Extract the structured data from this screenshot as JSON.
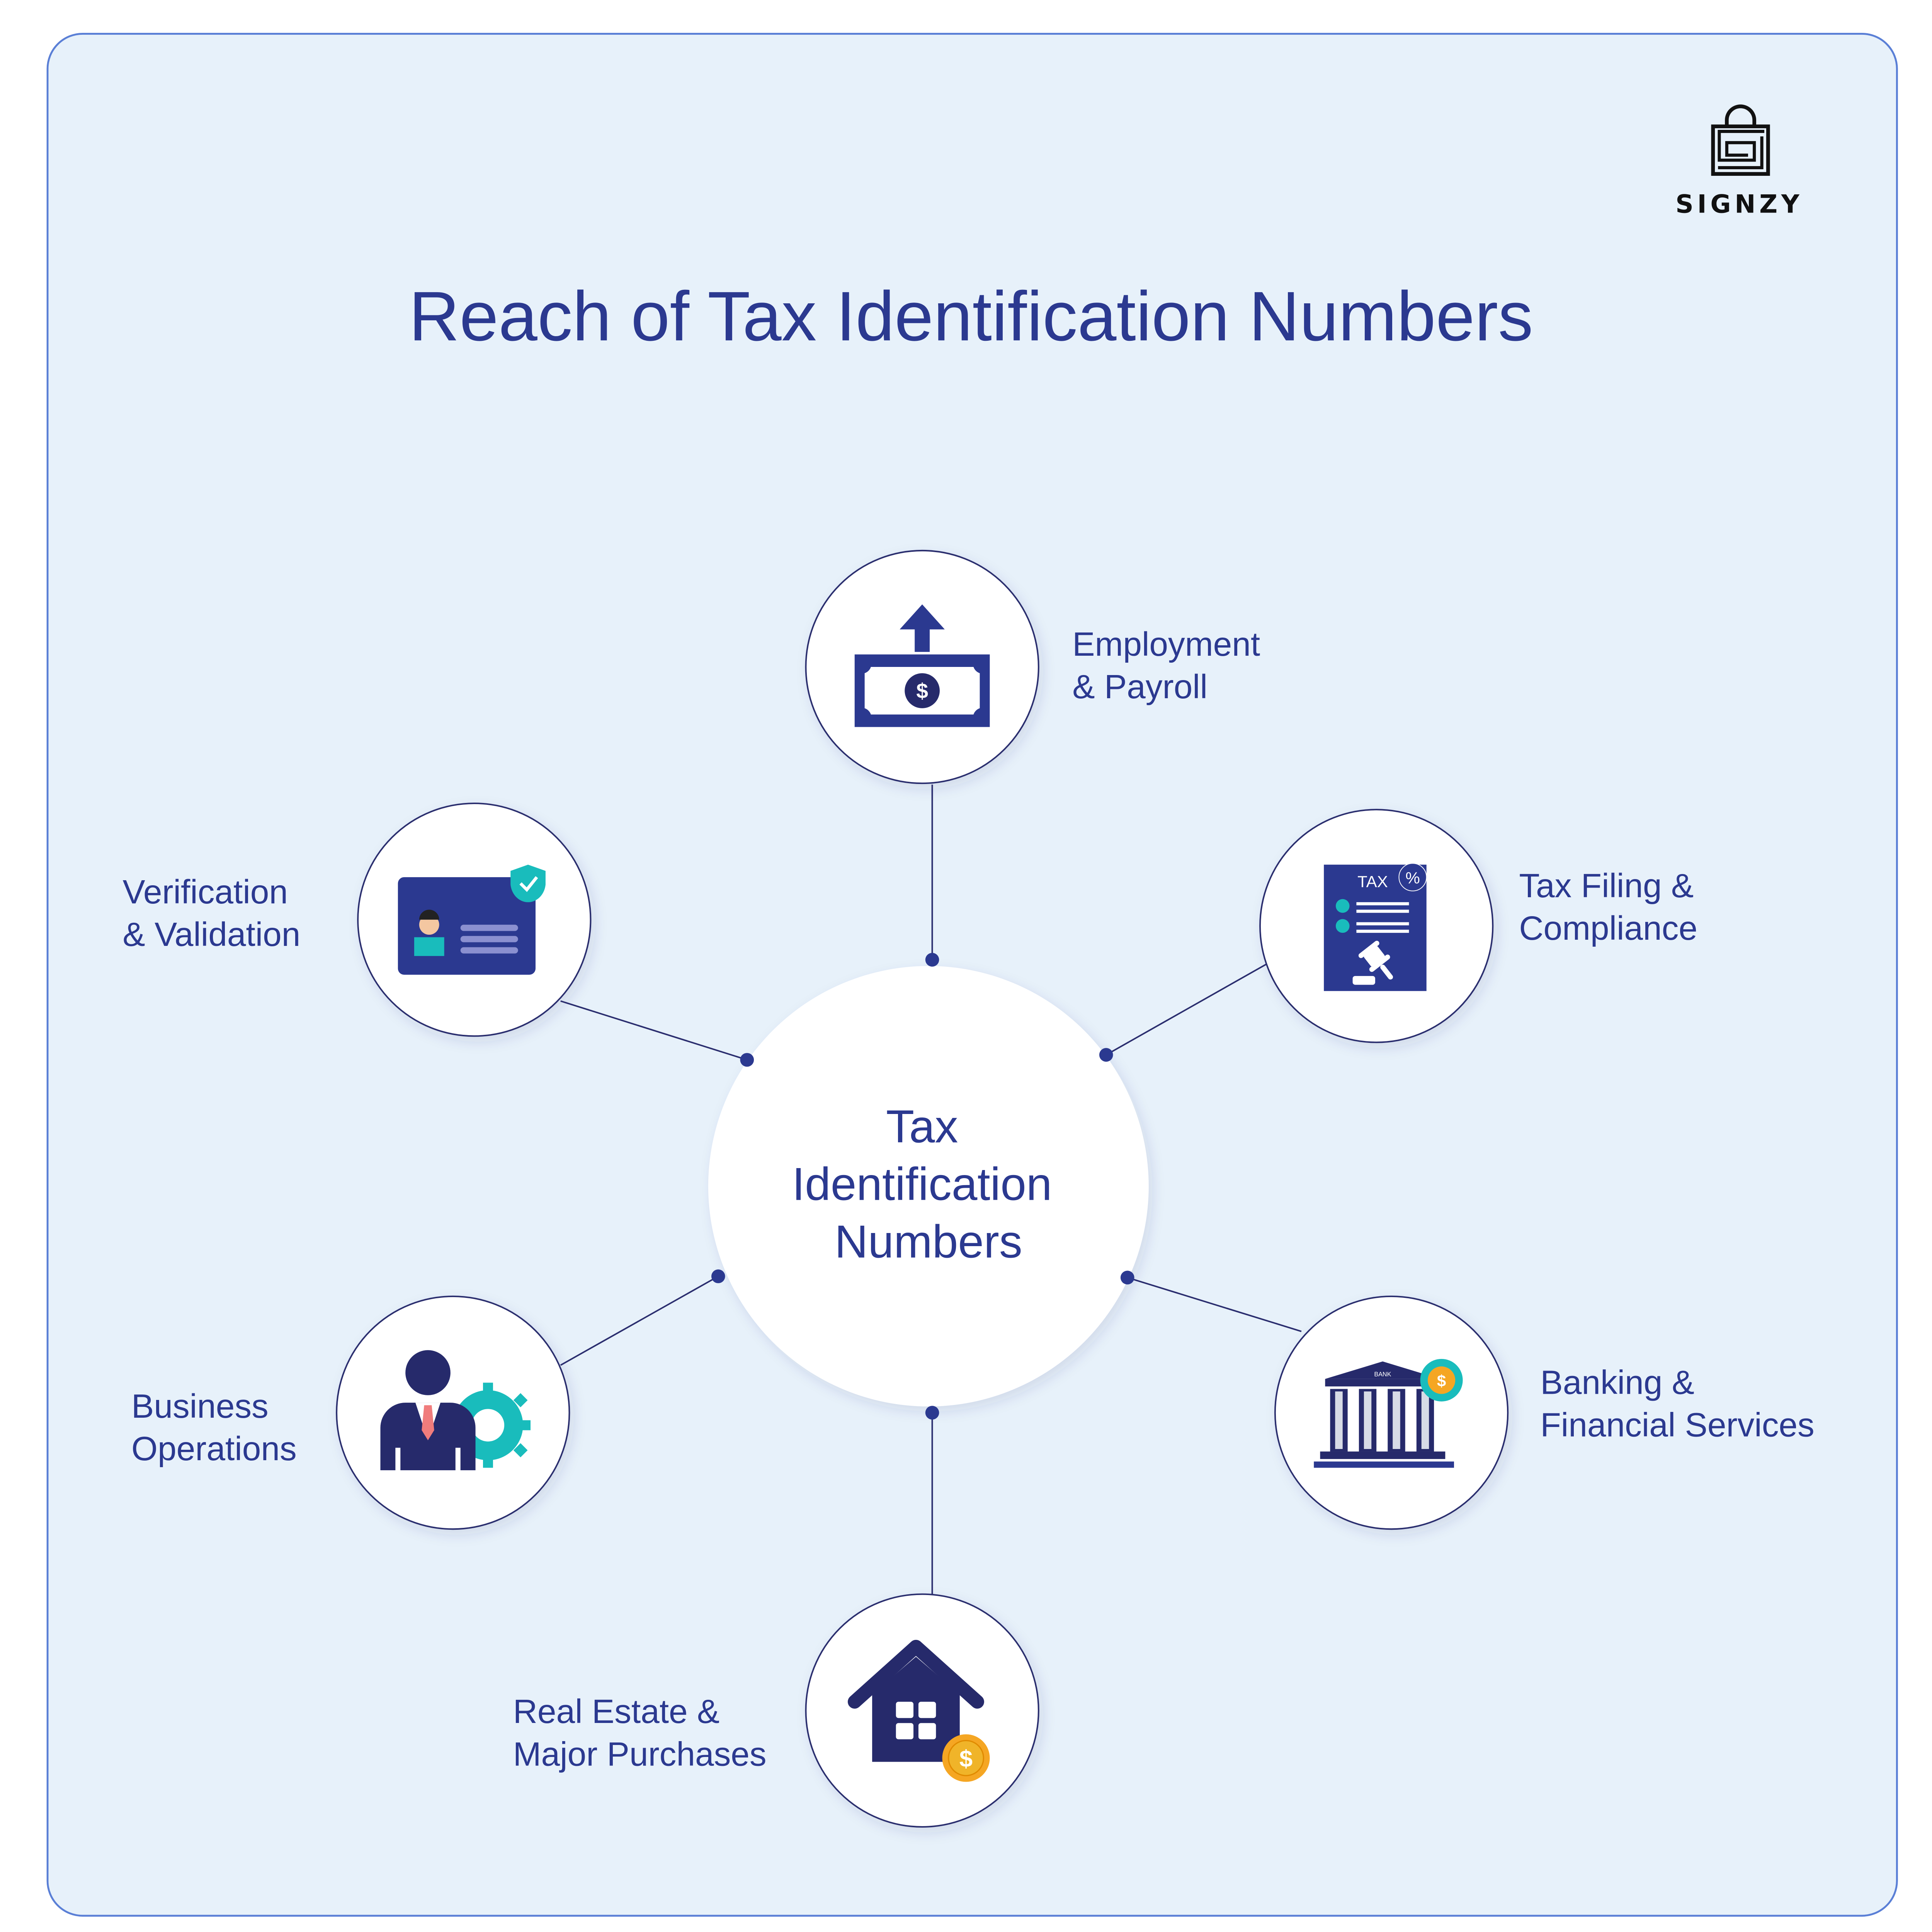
{
  "brand": {
    "name": "SIGNZY"
  },
  "title": "Reach of Tax Identification Numbers",
  "center": {
    "lines": [
      "Tax",
      "Identification",
      "Numbers"
    ]
  },
  "nodes": [
    {
      "id": "employment",
      "lines": [
        "Employment",
        "& Payroll"
      ],
      "icon": "money-upload-icon"
    },
    {
      "id": "tax-filing",
      "lines": [
        "Tax Filing &",
        "Compliance"
      ],
      "icon": "tax-document-icon",
      "icon_text": "TAX",
      "badge": "%"
    },
    {
      "id": "banking",
      "lines": [
        "Banking &",
        "Financial Services"
      ],
      "icon": "bank-icon",
      "icon_text": "BANK"
    },
    {
      "id": "real-estate",
      "lines": [
        "Real Estate &",
        "Major Purchases"
      ],
      "icon": "house-dollar-icon"
    },
    {
      "id": "business",
      "lines": [
        "Business",
        "Operations"
      ],
      "icon": "businessman-gear-icon"
    },
    {
      "id": "verification",
      "lines": [
        "Verification",
        "& Validation"
      ],
      "icon": "id-card-shield-icon"
    }
  ],
  "colors": {
    "background": "#e7f1fa",
    "primary": "#2b3990",
    "dark": "#262a6b",
    "accent": "#19bcbc",
    "gold": "#f5a623",
    "border": "#5a7fd6"
  }
}
